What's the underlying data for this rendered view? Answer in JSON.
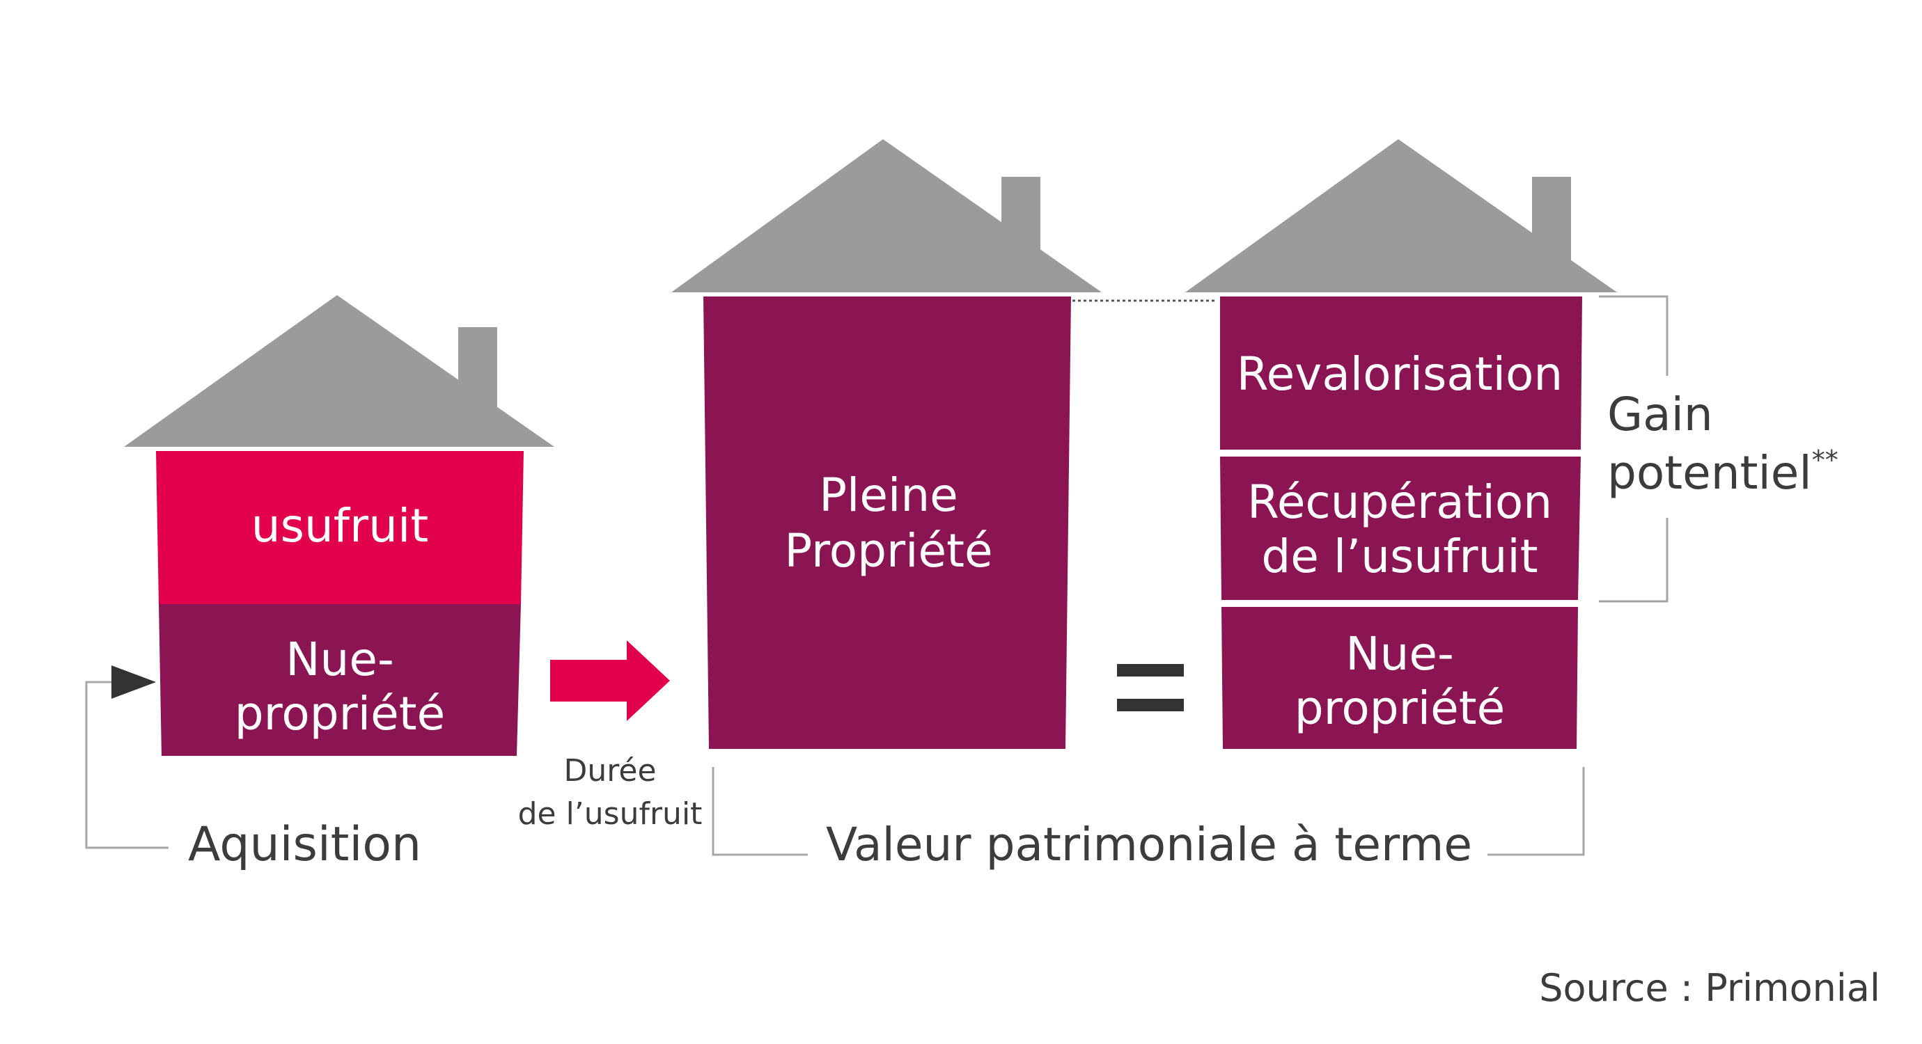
{
  "colors": {
    "roof": "#9b9b9b",
    "plum": "#8b1552",
    "red": "#e2004c",
    "text": "#3c3c3c",
    "line": "#a6a6a6"
  },
  "house_acquisition": {
    "top_label": "usufruit",
    "bottom_label_line1": "Nue-",
    "bottom_label_line2": "propriété"
  },
  "house_full": {
    "label_line1": "Pleine",
    "label_line2": "Propriété"
  },
  "house_result": {
    "segment1": "Revalorisation",
    "segment2_line1": "Récupération",
    "segment2_line2": "de l’usufruit",
    "segment3_line1": "Nue-",
    "segment3_line2": "propriété"
  },
  "duration_label_line1": "Durée",
  "duration_label_line2": "de l’usufruit",
  "acquisition_label": "Aquisition",
  "valeur_label": "Valeur patrimoniale à terme",
  "gain_label_line1": "Gain",
  "gain_label_line2": "potentiel",
  "gain_label_sup": "**",
  "equals_sign": "=",
  "source": "Source : Primonial"
}
